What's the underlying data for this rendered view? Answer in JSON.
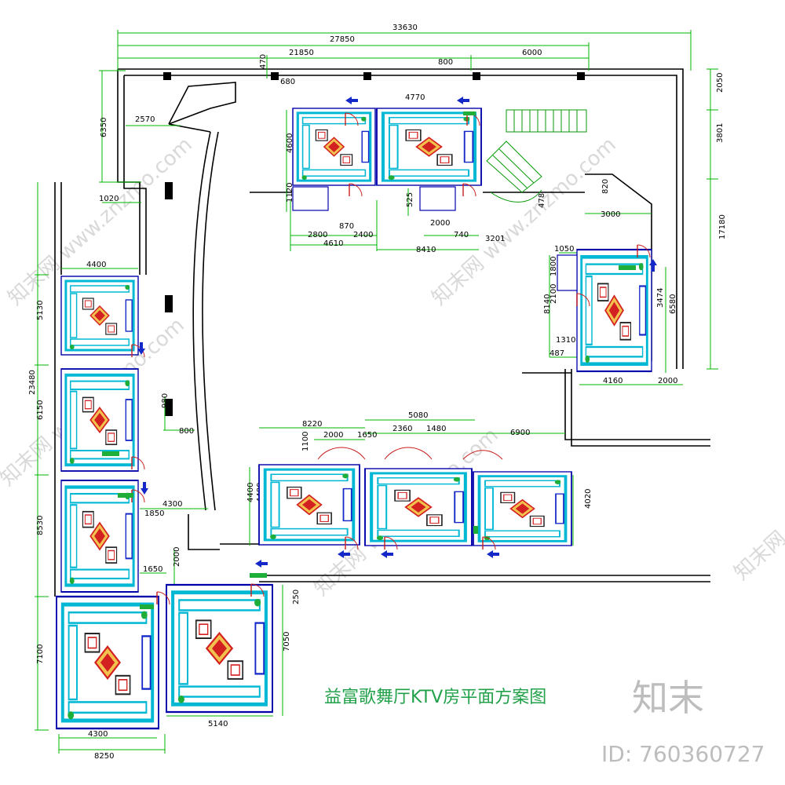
{
  "title": "益富歌舞厅KTV房平面方案图",
  "logo": "知末",
  "image_id": "ID: 760360727",
  "watermark_text": "知末网 www.znzmo.com",
  "colors": {
    "wall": "#000000",
    "dimension": "#00b400",
    "room_wall": "#0000aa",
    "furniture_cyan": "#00b8d4",
    "furniture_red": "#d32020",
    "door": "#c81e1e",
    "arrow_blue": "#1428c8",
    "title_green": "#21a14a"
  },
  "dims": {
    "top_total": "33630",
    "top_27850": "27850",
    "top_21850": "21850",
    "top_800": "800",
    "top_6000": "6000",
    "top_470": "470",
    "top_680": "680",
    "top_4770": "4770",
    "left_6350": "6350",
    "left_2570": "2570",
    "left_1020": "1020",
    "left_4600": "4600",
    "left_1120": "1120",
    "mid_525": "525",
    "mid_870": "870",
    "mid_2400": "2400",
    "mid_2800": "2800",
    "mid_4610": "4610",
    "mid_2000": "2000",
    "mid_740": "740",
    "mid_3201": "3201",
    "mid_8410": "8410",
    "mid_478": "478",
    "right_2050": "2050",
    "right_3801": "3801",
    "right_17180": "17180",
    "right_820": "820",
    "right_3000": "3000",
    "right_1050": "1050",
    "right_1800": "1800",
    "right_2100": "2100",
    "right_8140": "8140",
    "right_1310": "1310",
    "right_487": "487",
    "right_3474": "3474",
    "right_6580": "6580",
    "right_4160": "4160",
    "right_2000b": "2000",
    "west_4400": "4400",
    "west_5130": "5130",
    "west_23480": "23480",
    "west_6150": "6150",
    "west_8530": "8530",
    "west_7100": "7100",
    "west_4300": "4300",
    "west_8250": "8250",
    "west_1850": "1850",
    "west_1650": "1650",
    "west_2000": "2000",
    "west_4300b": "4300",
    "west_980": "980",
    "west_800": "800",
    "south_8220": "8220",
    "south_5080": "5080",
    "south_2000": "2000",
    "south_1650": "1650",
    "south_2360": "2360",
    "south_1480": "1480",
    "south_6900": "6900",
    "south_1100": "1100",
    "south_4400": "4400",
    "south_4480": "4480",
    "south_4020": "4020",
    "sw_250": "250",
    "sw_7050": "7050",
    "sw_5140": "5140"
  }
}
